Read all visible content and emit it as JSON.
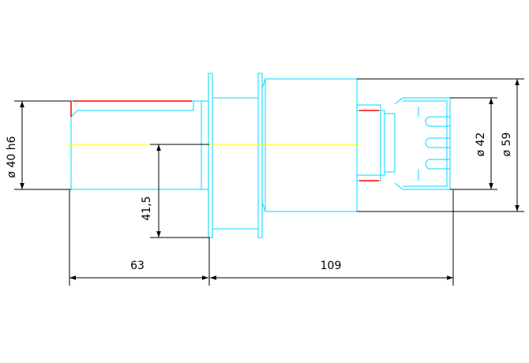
{
  "colors": {
    "outline": "#00d8ff",
    "centerline": "#ffff00",
    "highlight": "#ff0000",
    "dimension": "#000000",
    "background": "#ffffff"
  },
  "dimensions": {
    "shank_diameter": "ø 40 h6",
    "center_height": "41,5",
    "shank_length": "63",
    "body_length": "109",
    "collet_diameter": "ø 42",
    "body_diameter": "ø 59"
  }
}
